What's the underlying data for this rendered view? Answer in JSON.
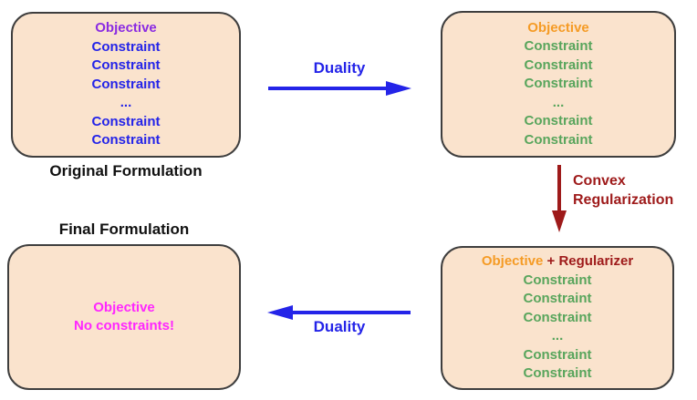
{
  "palette": {
    "box_fill": "#FAE3CD",
    "box_border": "#3E3E3E",
    "purple": "#8A2BE2",
    "blue": "#2424E8",
    "orange": "#F59B25",
    "green": "#58A55C",
    "darkred": "#9E1A1A",
    "magenta": "#FF26FF",
    "black": "#111111"
  },
  "boxes": {
    "original": {
      "label": "Original Formulation",
      "objective": "Objective",
      "lines": [
        "Constraint",
        "Constraint",
        "Constraint",
        "...",
        "Constraint",
        "Constraint"
      ]
    },
    "dual": {
      "objective": "Objective",
      "lines": [
        "Constraint",
        "Constraint",
        "Constraint",
        "...",
        "Constraint",
        "Constraint"
      ]
    },
    "regularized": {
      "objective": "Objective",
      "regularizer": "+ Regularizer",
      "lines": [
        "Constraint",
        "Constraint",
        "Constraint",
        "...",
        "Constraint",
        "Constraint"
      ]
    },
    "final": {
      "label": "Final Formulation",
      "objective": "Objective",
      "no_constraints": "No constraints!"
    }
  },
  "arrows": {
    "duality_top": "Duality",
    "convex_line1": "Convex",
    "convex_line2": "Regularization",
    "duality_bottom": "Duality"
  }
}
